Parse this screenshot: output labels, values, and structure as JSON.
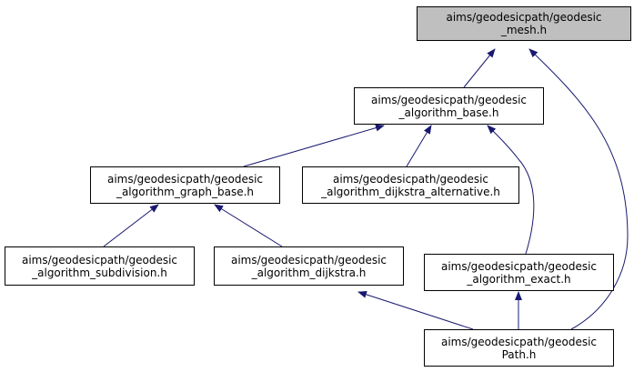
{
  "colors": {
    "edge": "#191970",
    "active_fill": "#bfbfbf",
    "node_fill": "#ffffff",
    "border": "#000000"
  },
  "nodes": {
    "mesh": {
      "line1": "aims/geodesicpath/geodesic",
      "line2": "_mesh.h"
    },
    "base": {
      "line1": "aims/geodesicpath/geodesic",
      "line2": "_algorithm_base.h"
    },
    "graph_base": {
      "line1": "aims/geodesicpath/geodesic",
      "line2": "_algorithm_graph_base.h"
    },
    "dijkstra_alt": {
      "line1": "aims/geodesicpath/geodesic",
      "line2": "_algorithm_dijkstra_alternative.h"
    },
    "subdivision": {
      "line1": "aims/geodesicpath/geodesic",
      "line2": "_algorithm_subdivision.h"
    },
    "dijkstra": {
      "line1": "aims/geodesicpath/geodesic",
      "line2": "_algorithm_dijkstra.h"
    },
    "exact": {
      "line1": "aims/geodesicpath/geodesic",
      "line2": "_algorithm_exact.h"
    },
    "path": {
      "line1": "aims/geodesicpath/geodesic",
      "line2": "Path.h"
    }
  }
}
